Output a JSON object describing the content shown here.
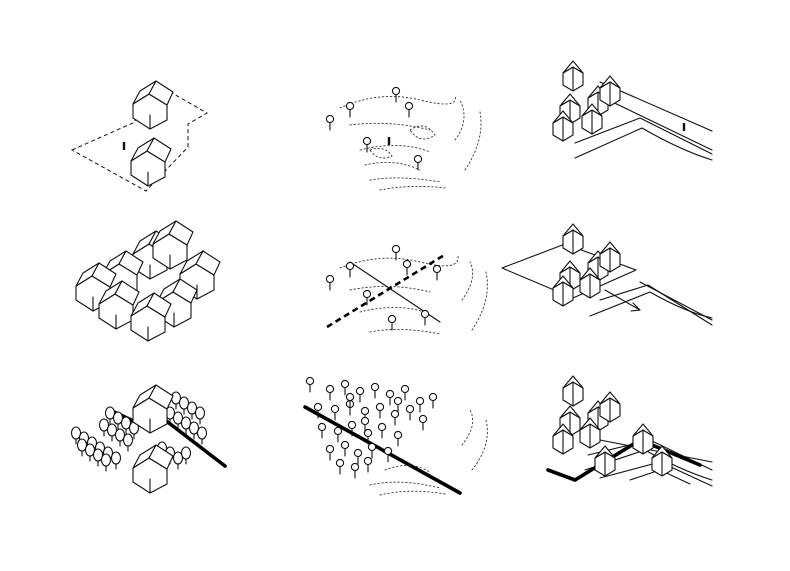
{
  "figure": {
    "background": "#ffffff",
    "stroke": "#111111",
    "panels": [
      {
        "id": "p1",
        "icons": [
          "house-icon",
          "house-icon",
          "person-icon"
        ]
      },
      {
        "id": "p2",
        "icons": [
          "tree-icon",
          "person-icon",
          "contour-lines"
        ]
      },
      {
        "id": "p3",
        "icons": [
          "house-cluster-icon",
          "person-icon",
          "terrain-edge"
        ]
      },
      {
        "id": "p4",
        "icons": [
          "house-cluster-icon"
        ]
      },
      {
        "id": "p5",
        "icons": [
          "tree-icon",
          "dashed-axis",
          "contour-lines"
        ]
      },
      {
        "id": "p6",
        "icons": [
          "house-cluster-icon",
          "ground-plane",
          "arrow-icon"
        ]
      },
      {
        "id": "p7",
        "icons": [
          "house-icon",
          "hedge-icon",
          "road-line"
        ]
      },
      {
        "id": "p8",
        "icons": [
          "tree-icon",
          "road-line",
          "contour-lines"
        ]
      },
      {
        "id": "p9",
        "icons": [
          "house-cluster-icon",
          "road-line",
          "house-icon"
        ]
      }
    ]
  }
}
